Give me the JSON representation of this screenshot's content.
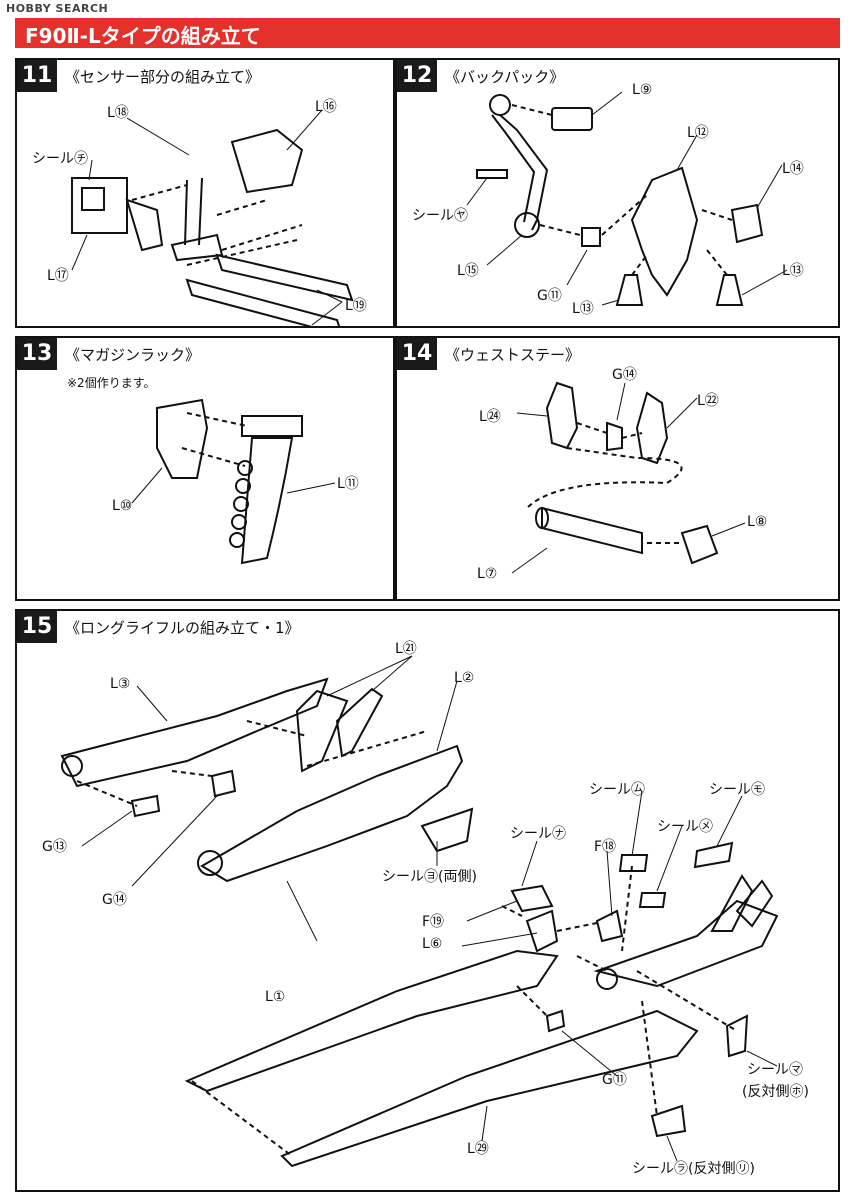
{
  "watermark": "HOBBY SEARCH",
  "header": {
    "title": "F90Ⅱ-Lタイプの組み立て"
  },
  "steps": [
    {
      "num": "11",
      "title": "《センサー部分の組み立て》",
      "labels": {
        "l18": "L⑱",
        "l16": "L⑯",
        "seal_chi": "シール㋠",
        "l17": "L⑰",
        "l19": "L⑲"
      }
    },
    {
      "num": "12",
      "title": "《バックパック》",
      "labels": {
        "l9": "L⑨",
        "l12": "L⑫",
        "l14": "L⑭",
        "seal_ya": "シール㋳",
        "l15": "L⑮",
        "l13a": "L⑬",
        "g11": "G⑪",
        "l13b": "L⑬"
      }
    },
    {
      "num": "13",
      "title": "《マガジンラック》",
      "note": "※2個作ります。",
      "labels": {
        "l11": "L⑪",
        "l10": "L⑩"
      }
    },
    {
      "num": "14",
      "title": "《ウェストステー》",
      "labels": {
        "g14": "G⑭",
        "l24": "L㉔",
        "l22": "L㉒",
        "l8": "L⑧",
        "l7": "L⑦"
      }
    },
    {
      "num": "15",
      "title": "《ロングライフルの組み立て・1》",
      "labels": {
        "l21": "L㉑",
        "l3": "L③",
        "l2": "L②",
        "g13": "G⑬",
        "g14": "G⑭",
        "seal_yo": "シール㋵(両側)",
        "seal_ne": "シール㋤",
        "seal_mu": "シール㋰",
        "seal_mo": "シール㋲",
        "f18": "F⑱",
        "seal_me": "シール㋱",
        "f19": "F⑲",
        "l6": "L⑥",
        "l1": "L①",
        "seal_ma": "シール㋮",
        "seal_ma_sub": "(反対側㋭)",
        "g11": "G⑪",
        "l29": "L㉙",
        "seal_ra": "シール㋶(反対側㋷)"
      }
    }
  ]
}
